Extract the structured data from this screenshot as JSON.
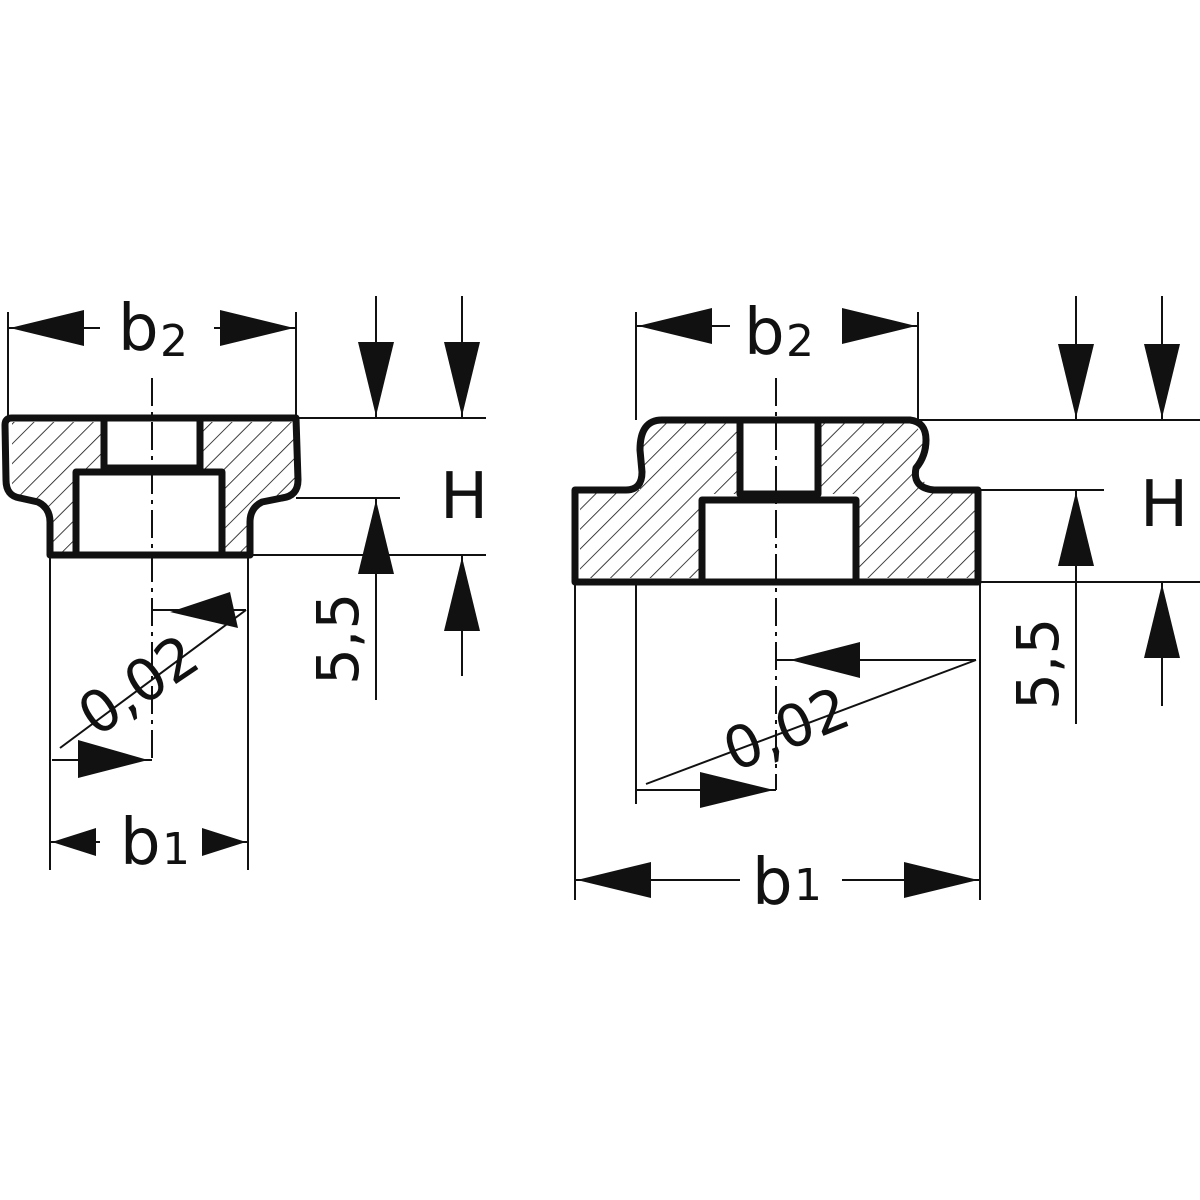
{
  "labels": {
    "b": "b",
    "sub_2": "2",
    "sub_1": "1",
    "height": "H",
    "depth": "5,5",
    "tolerance": "0,02"
  }
}
